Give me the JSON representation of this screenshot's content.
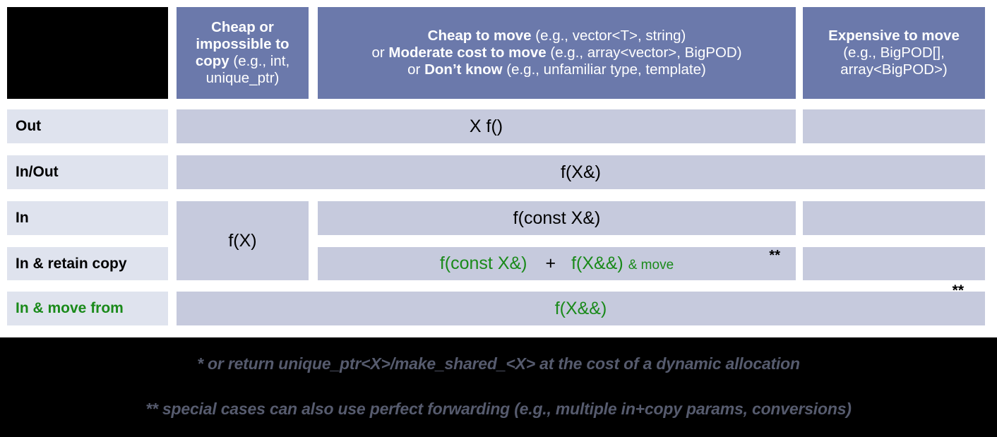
{
  "title": "C++ Parameter Passing Guidelines",
  "colors": {
    "header_bg": "#6b79ab",
    "header_text": "#ffffff",
    "row_label_bg": "#dfe3ee",
    "body_cell_bg": "#c6cadd",
    "accent_green": "#1a8a1a",
    "footer_bg": "#000000",
    "footer_text": "#565b6e"
  },
  "header": {
    "corner": "",
    "columns": [
      {
        "id": "cheap-or-impossible-to-copy",
        "lines": [
          {
            "bold": "Cheap or",
            "rest": ""
          },
          {
            "bold": "impossible to",
            "rest": ""
          },
          {
            "bold": "copy",
            "rest": " (e.g., int,"
          },
          {
            "bold": "",
            "rest": "unique_ptr)"
          }
        ],
        "plain": "Cheap or impossible to copy (e.g., int, unique_ptr)"
      },
      {
        "id": "cheap-to-move",
        "lines": [
          {
            "bold": "Cheap to move",
            "rest": " (e.g., vector<T>, string)"
          },
          {
            "prefix": "or ",
            "bold": "Moderate cost to move",
            "rest": " (e.g., array<vector>, BigPOD)"
          },
          {
            "prefix": "or ",
            "bold": "Don’t know",
            "rest": " (e.g., unfamiliar type, template)"
          }
        ],
        "plain": "Cheap to move (e.g., vector<T>, string) or Moderate cost to move (e.g., array<vector>, BigPOD) or Don’t know (e.g., unfamiliar type, template)"
      },
      {
        "id": "expensive-to-move",
        "lines": [
          {
            "bold": "Expensive to move",
            "rest": ""
          },
          {
            "bold": "",
            "rest": "(e.g., BigPOD[],"
          },
          {
            "bold": "",
            "rest": "array<BigPOD>)"
          }
        ],
        "plain": "Expensive to move (e.g., BigPOD[], array<BigPOD>)"
      }
    ]
  },
  "rows": [
    {
      "id": "out",
      "label": "Out",
      "label_green": false
    },
    {
      "id": "in-out",
      "label": "In/Out",
      "label_green": false
    },
    {
      "id": "in",
      "label": "In",
      "label_green": false
    },
    {
      "id": "in-retain-copy",
      "label": "In & retain copy",
      "label_green": false
    },
    {
      "id": "in-move-from",
      "label": "In & move from",
      "label_green": true
    }
  ],
  "cells": {
    "out_span12": "X f()",
    "out_col3": "",
    "inout_span123": "f(X&)",
    "in_col1_fx": "f(X)",
    "in_col2": "f(const X&)",
    "in_col3": "",
    "retain_col2_a": "f(const X&)",
    "retain_col2_plus": "+",
    "retain_col2_b": "f(X&&)",
    "retain_col2_suffix": "& move",
    "retain_col2_star": "**",
    "retain_col3": "",
    "movefrom_span123": "f(X&&)",
    "movefrom_star": "**"
  },
  "footnotes": [
    "* or return unique_ptr<X>/make_shared_<X> at the cost of a dynamic allocation",
    "** special cases can also use perfect forwarding (e.g., multiple in+copy params, conversions)"
  ]
}
